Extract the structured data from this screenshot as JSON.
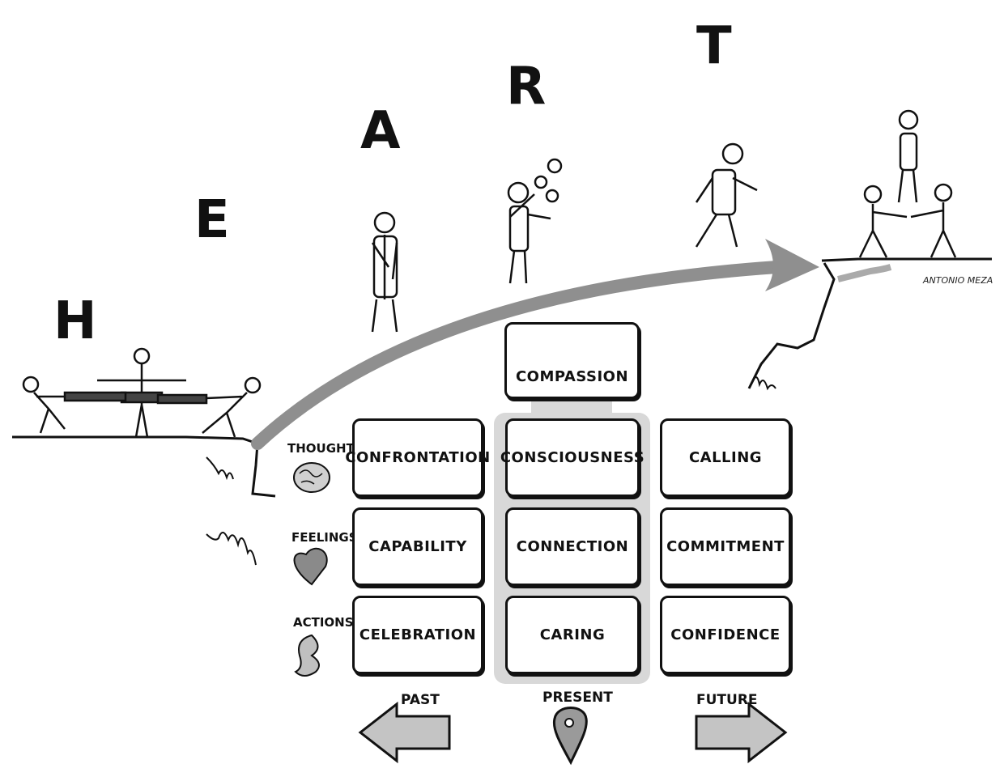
{
  "title_letters": [
    "H",
    "E",
    "A",
    "R",
    "T"
  ],
  "top_box": {
    "label": "Compassion",
    "icon": "pouring-flask-icon"
  },
  "row_labels": [
    {
      "label": "Thoughts",
      "icon": "brain-icon"
    },
    {
      "label": "Feelings",
      "icon": "heart-icon"
    },
    {
      "label": "Actions",
      "icon": "gut-icon"
    }
  ],
  "columns": [
    {
      "label": "Past",
      "icon": "left-arrow-icon",
      "cells": [
        "Confrontation",
        "Capability",
        "Celebration"
      ]
    },
    {
      "label": "Present",
      "icon": "location-pin-icon",
      "cells": [
        "Consciousness",
        "Connection",
        "Caring"
      ]
    },
    {
      "label": "Future",
      "icon": "right-arrow-icon",
      "cells": [
        "Calling",
        "Commitment",
        "Confidence"
      ]
    }
  ],
  "signature": "Antonio Meza",
  "colors": {
    "ink": "#111111",
    "arrow_gray": "#8f8f8f",
    "present_highlight": "#d8d8d8",
    "fill_gray": "#bdbdbd"
  }
}
